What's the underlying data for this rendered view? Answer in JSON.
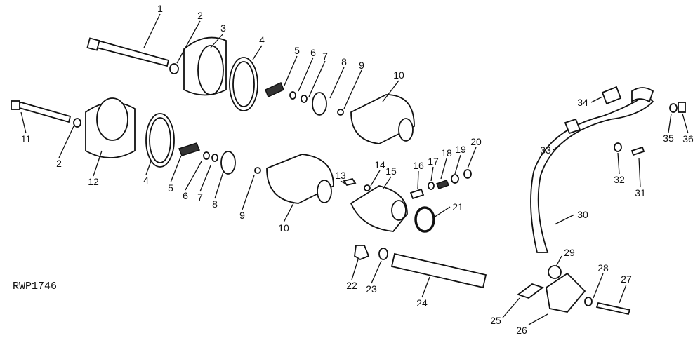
{
  "figure_id": "RWP1746",
  "callouts": [
    "1",
    "2",
    "3",
    "4",
    "5",
    "6",
    "7",
    "8",
    "9",
    "10",
    "11",
    "12",
    "13",
    "14",
    "15",
    "16",
    "17",
    "18",
    "19",
    "20",
    "21",
    "22",
    "23",
    "24",
    "25",
    "26",
    "27",
    "28",
    "29",
    "30",
    "31",
    "32",
    "33",
    "34",
    "35",
    "36"
  ]
}
